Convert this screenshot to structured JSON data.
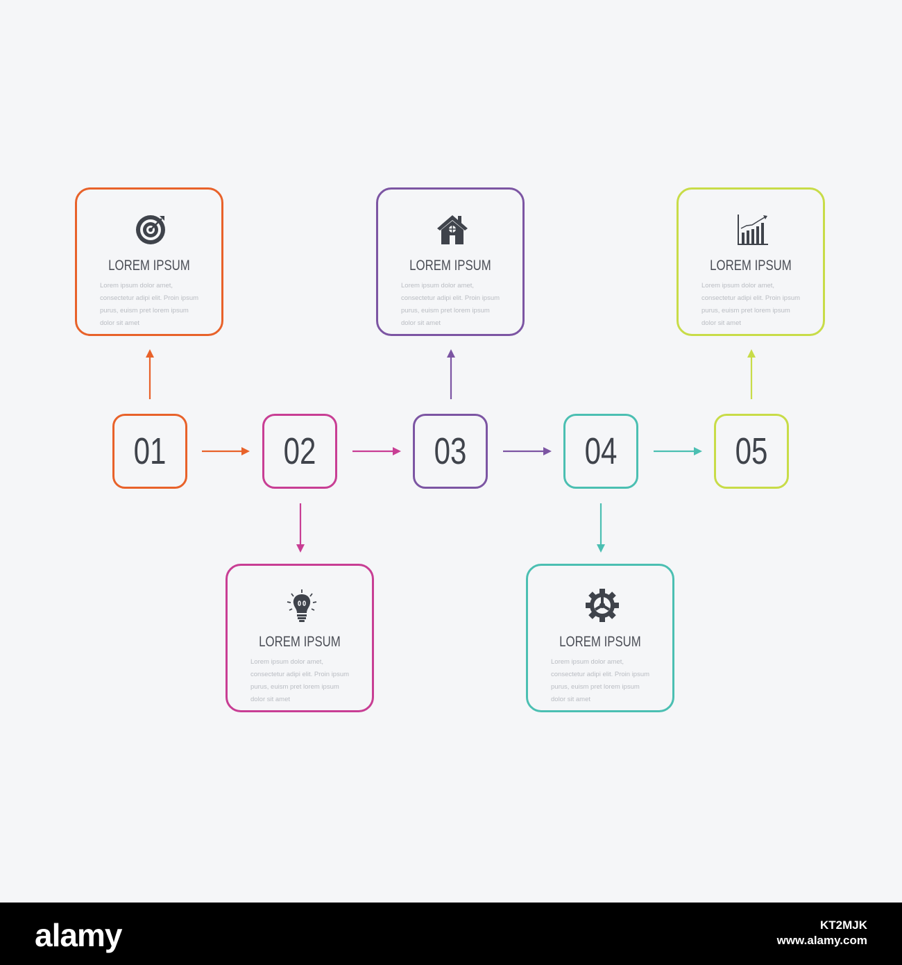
{
  "colors": {
    "step1": "#e8622a",
    "step2": "#c83e94",
    "step3": "#7c55a3",
    "step4": "#4bbfb2",
    "step5": "#c8dc48",
    "text_dark": "#3f434b",
    "text_light": "#b9bcc2"
  },
  "steps": [
    {
      "number": "01",
      "color": "#e8622a"
    },
    {
      "number": "02",
      "color": "#c83e94"
    },
    {
      "number": "03",
      "color": "#7c55a3"
    },
    {
      "number": "04",
      "color": "#4bbfb2"
    },
    {
      "number": "05",
      "color": "#c8dc48"
    }
  ],
  "cards": [
    {
      "title": "LOREM IPSUM",
      "desc": "Lorem ipsum dolor amet, consectetur adipi elit. Proin ipsum purus, euism pret lorem ipsum dolor sit amet",
      "icon": "target-icon",
      "color": "#e8622a"
    },
    {
      "title": "LOREM IPSUM",
      "desc": "Lorem ipsum dolor amet, consectetur adipi elit. Proin ipsum purus, euism pret lorem ipsum dolor sit amet",
      "icon": "lightbulb-icon",
      "color": "#c83e94"
    },
    {
      "title": "LOREM IPSUM",
      "desc": "Lorem ipsum dolor amet, consectetur adipi elit. Proin ipsum purus, euism pret lorem ipsum dolor sit amet",
      "icon": "house-icon",
      "color": "#7c55a3"
    },
    {
      "title": "LOREM IPSUM",
      "desc": "Lorem ipsum dolor amet, consectetur adipi elit. Proin ipsum purus, euism pret lorem ipsum dolor sit amet",
      "icon": "gear-icon",
      "color": "#4bbfb2"
    },
    {
      "title": "LOREM IPSUM",
      "desc": "Lorem ipsum dolor amet, consectetur adipi elit. Proin ipsum purus, euism pret lorem ipsum dolor sit amet",
      "icon": "bar-chart-icon",
      "color": "#c8dc48"
    }
  ],
  "watermark": {
    "logo": "alamy",
    "image_id": "KT2MJK",
    "site": "www.alamy.com"
  }
}
